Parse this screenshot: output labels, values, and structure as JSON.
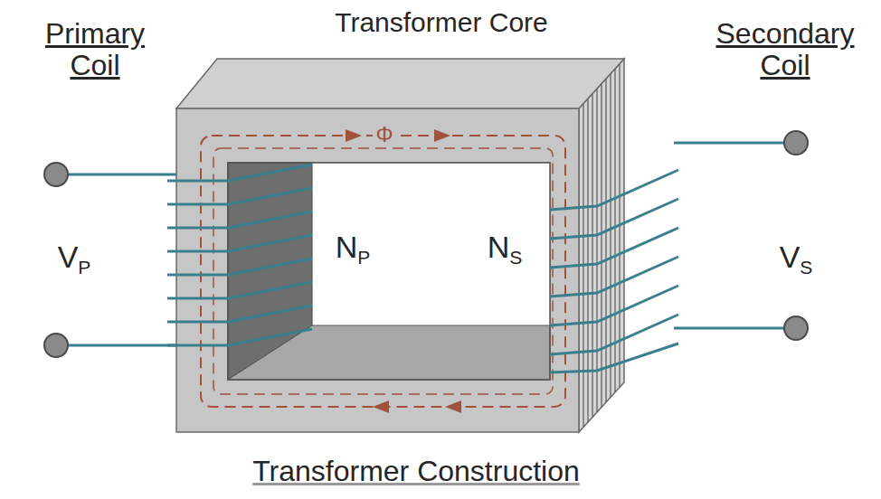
{
  "diagram": {
    "caption": "Transformer Construction",
    "labels": [
      "Primary Coil",
      "Transformer Core",
      "Secondary Coil",
      "Φ",
      "VP",
      "NP",
      "NS",
      "VS"
    ]
  }
}
